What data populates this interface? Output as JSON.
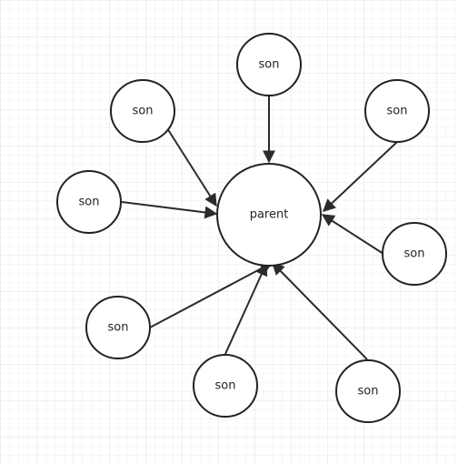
{
  "diagram": {
    "parent": {
      "label": "parent"
    },
    "children": [
      {
        "label": "son"
      },
      {
        "label": "son"
      },
      {
        "label": "son"
      },
      {
        "label": "son"
      },
      {
        "label": "son"
      },
      {
        "label": "son"
      },
      {
        "label": "son"
      },
      {
        "label": "son"
      }
    ],
    "edges": "each son points to parent"
  },
  "colors": {
    "background": "#ffffff",
    "grid_minor": "#efefef",
    "grid_major": "#e2e2e2",
    "stroke": "#222222"
  }
}
